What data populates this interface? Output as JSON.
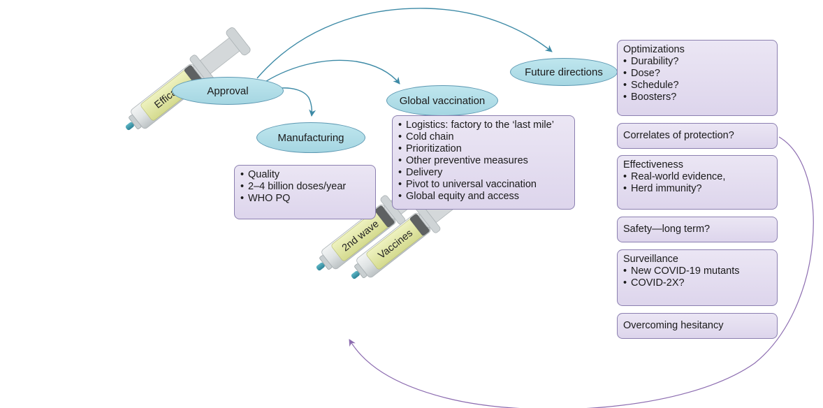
{
  "syringes": {
    "efficacy_label": "Efficacy",
    "second_wave_label": "2nd wave",
    "vaccines_label": "Vaccines"
  },
  "nodes": {
    "approval": "Approval",
    "manufacturing": "Manufacturing",
    "global_vaccination": "Global vaccination",
    "future_directions": "Future directions"
  },
  "manufacturing_box": {
    "items": [
      "Quality",
      "2–4 billion doses/year",
      "WHO PQ"
    ]
  },
  "global_box": {
    "items": [
      "Logistics: factory to the ‘last mile’",
      "Cold chain",
      "Prioritization",
      "Other preventive measures",
      "Delivery",
      "Pivot to universal vaccination",
      "Global equity and access"
    ]
  },
  "future_boxes": {
    "optimizations": {
      "title": "Optimizations",
      "items": [
        "Durability?",
        "Dose?",
        "Schedule?",
        "Boosters?"
      ]
    },
    "correlates": "Correlates of protection?",
    "effectiveness": {
      "title": "Effectiveness",
      "items": [
        "Real-world evidence,",
        "Herd immunity?"
      ]
    },
    "safety": "Safety—long term?",
    "surveillance": {
      "title": "Surveillance",
      "items": [
        "New COVID-19 mutants",
        "COVID-2X?"
      ]
    },
    "hesitancy": "Overcoming hesitancy"
  },
  "colors": {
    "node_fill": "#a5d6e2",
    "node_border": "#5c98b2",
    "box_fill": "#ddd5ec",
    "box_border": "#8b7fb0",
    "arrow_teal": "#3d8aa6",
    "arrow_purple": "#8c6cb0",
    "syringe_label_fill": "#e3e8a8"
  }
}
